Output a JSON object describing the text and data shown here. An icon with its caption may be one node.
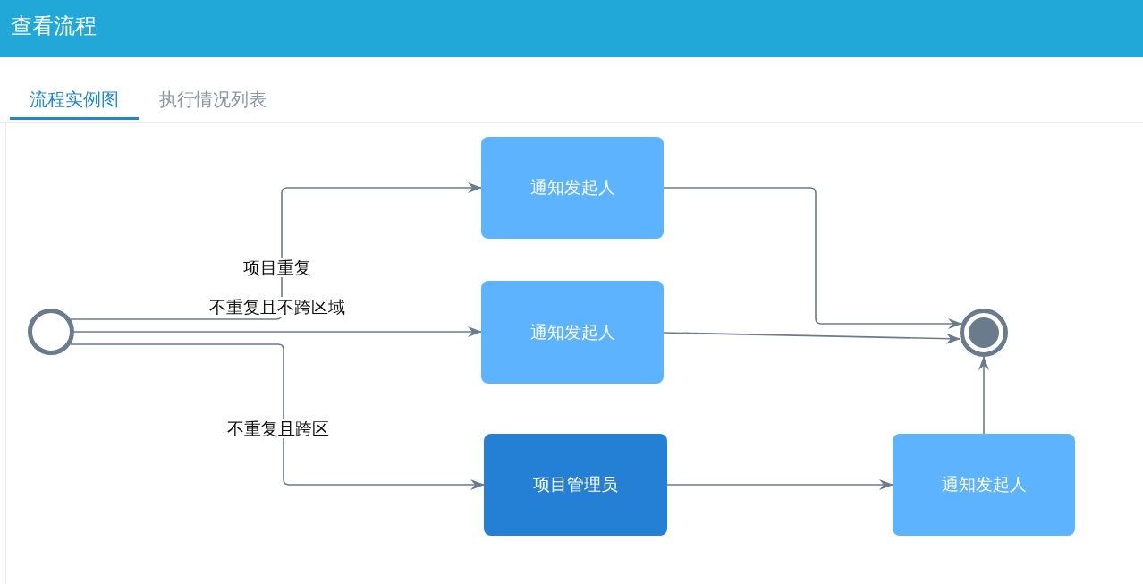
{
  "diagram": {
    "title": "查看流程",
    "nodes": [
      {
        "text": [],
        "shape": "circle"
      },
      {
        "text": [
          "通知发起人"
        ]
      },
      {
        "text": [
          "通知发起人"
        ]
      },
      {
        "text": [
          "项目管理员"
        ]
      },
      {
        "text": [],
        "shape": "circle"
      },
      {
        "text": [
          "通知发起人"
        ]
      }
    ],
    "edges": [
      {
        "from": 0,
        "to": 1,
        "arrow": "to",
        "label": "项目重复"
      },
      {
        "from": 0,
        "to": 2,
        "arrow": "to",
        "label": "不重复且不跨区域"
      },
      {
        "from": 0,
        "to": 3,
        "arrow": "to",
        "label": "不重复且跨区"
      },
      {
        "from": 1,
        "to": 4,
        "arrow": "to"
      },
      {
        "from": 2,
        "to": 4,
        "arrow": "to"
      },
      {
        "from": 3,
        "to": 5,
        "arrow": "to"
      },
      {
        "from": 5,
        "to": 4,
        "arrow": "to"
      }
    ],
    "labels": [
      "流程实例图",
      "执行情况列表"
    ]
  }
}
